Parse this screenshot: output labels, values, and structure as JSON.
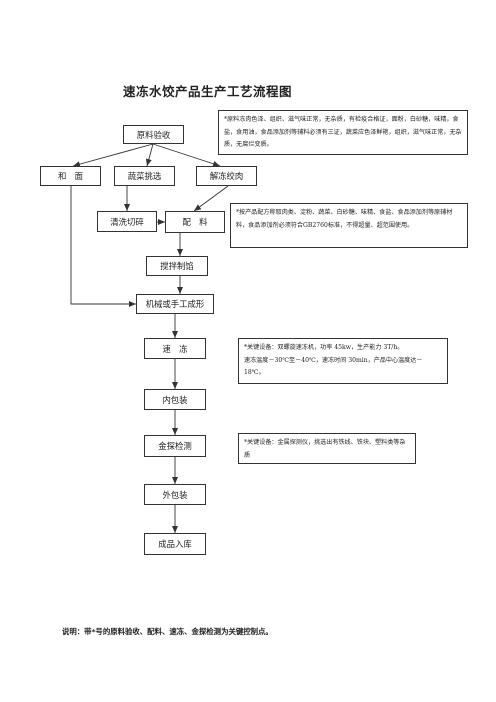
{
  "title": "速冻水饺产品生产工艺流程图",
  "steps": {
    "raw_inspection": "原料验收",
    "dough": "和　面",
    "veg_select": "蔬菜挑选",
    "thaw_meat": "解冻绞肉",
    "wash_cut": "清洗切碎",
    "ingredients": "配　料",
    "mixing": "搅拌制馅",
    "forming": "机械或手工成形",
    "quick_freeze": "速　冻",
    "inner_pack": "内包装",
    "metal_detect": "金探检测",
    "outer_pack": "外包装",
    "warehouse": "成品入库"
  },
  "notes": {
    "raw": "*原料冻肉色泽、组织、滋气味正常，无杂质，有检疫合格证，面粉，白砂糖，味精，食盐，食用油，食品添加剂等辅料必须有三证，蔬菜应色泽鲜艳，组织，滋气味正常，无杂质，无腐烂变质。",
    "ingredients": "*按产品配方称取肉类、淀粉、蔬菜、白砂糖、味精、食盐、食品添加剂等原辅材料，食品添加剂必须符合GB2760标准，不得超量、超范围使用。",
    "freeze_line1": "*关键设备：双螺旋速冻机，功率 45kw，生产能力 3T/h。",
    "freeze_line2": "速冻温度－30℃至－40℃，速冻时间 30min，产品中心温度达－18℃。",
    "metal": "*关键设备：金属探测仪，挑选出有铁线、铁块、塑料类等杂质"
  },
  "footer": "说明：带*号的原料验收、配料、速冻、金探检测为关键控制点。"
}
